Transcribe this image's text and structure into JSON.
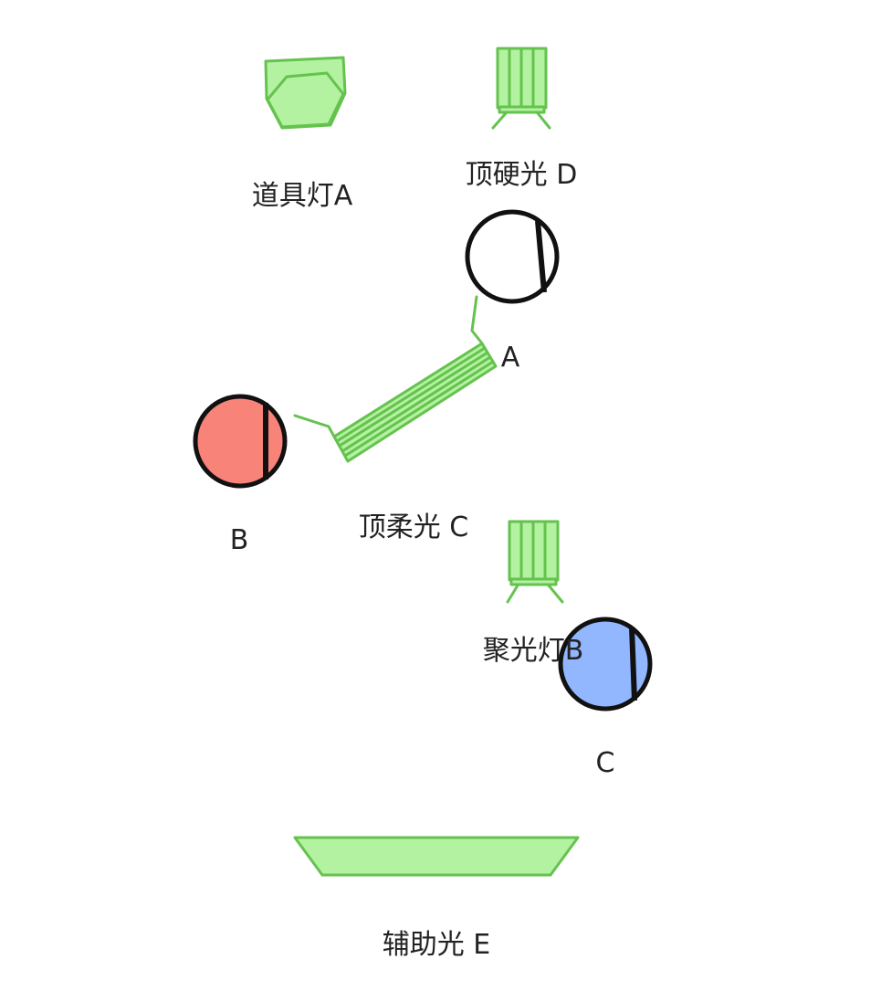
{
  "lights": {
    "prop_light_a": {
      "label": "道具灯A"
    },
    "top_hard_d": {
      "label": "顶硬光 D"
    },
    "top_soft_c": {
      "label": "顶柔光 C"
    },
    "spot_b": {
      "label": "聚光灯B"
    },
    "fill_e": {
      "label": "辅助光 E"
    }
  },
  "actors": {
    "a": {
      "label": "A",
      "color": "#ffffff"
    },
    "b": {
      "label": "B",
      "color": "#f88379"
    },
    "c": {
      "label": "C",
      "color": "#92b7fe"
    }
  },
  "colors": {
    "fixture_fill": "#b3f2a1",
    "fixture_stroke": "#66c24f"
  }
}
